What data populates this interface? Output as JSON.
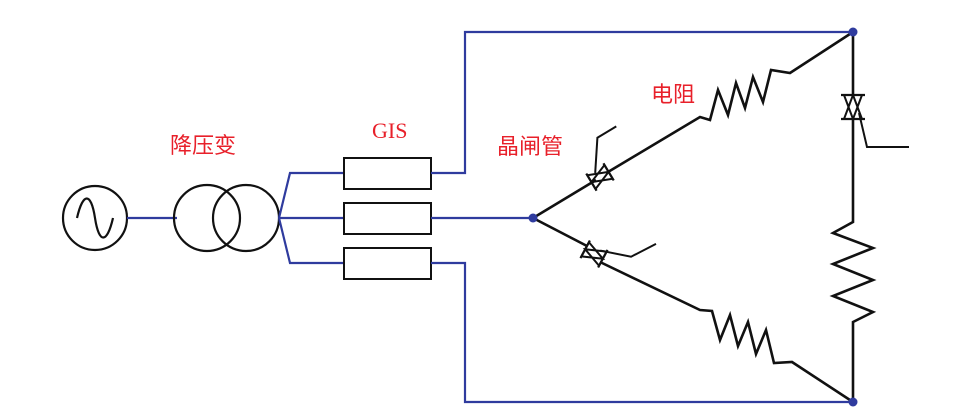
{
  "labels": {
    "transformer": "降压变",
    "gis": "GIS",
    "thyristor": "晶闸管",
    "resistor": "电阻"
  },
  "colors": {
    "label": "#e8202a",
    "wire_blue": "#2f3b9e",
    "wire_black": "#111111"
  },
  "components": {
    "source": "ac-source-icon",
    "transformer": "transformer-icon",
    "gis": "gis-box",
    "thyristor": "thyristor-icon",
    "resistor": "resistor-icon"
  }
}
